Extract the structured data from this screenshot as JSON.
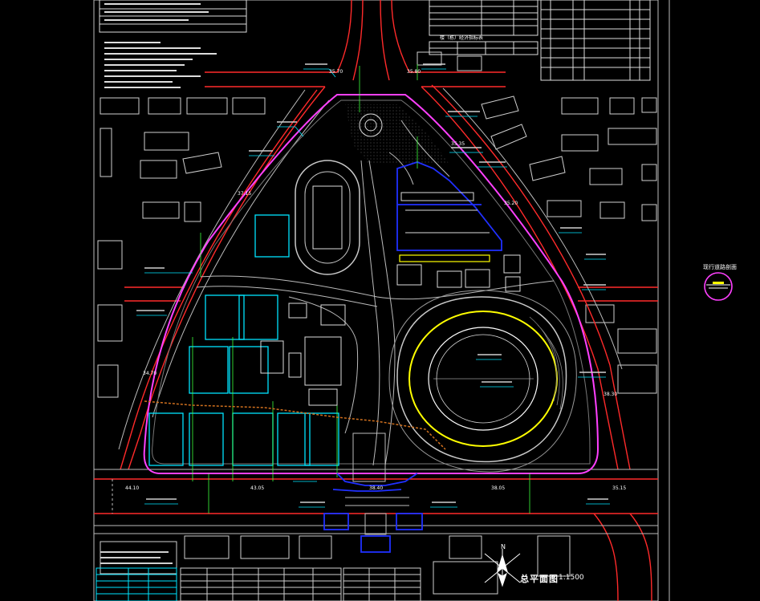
{
  "drawing": {
    "title": "总平面图",
    "scale": "1:1500",
    "north_label": "N",
    "legend_label": "现行道路剖面",
    "table_title": "楼（栋）经济指标表"
  },
  "elevations": [
    "35.70",
    "35.80",
    "35.35",
    "35.20",
    "37.15",
    "44.10",
    "43.05",
    "38.05",
    "35.15",
    "38.40",
    "38.30",
    "34.70"
  ],
  "colors": {
    "background": "#000000",
    "road": "#ff2a2a",
    "boundary": "#ff40ff",
    "building": "#ffffff",
    "track": "#c8c8c8",
    "stadium": "#ffff00",
    "cyan": "#00e5ff",
    "blue": "#2030ff",
    "orange": "#d0701e",
    "green": "#3cff3c",
    "grey": "#8a8a8a"
  },
  "icons": [
    "north-arrow-icon",
    "legend-circle-icon"
  ]
}
